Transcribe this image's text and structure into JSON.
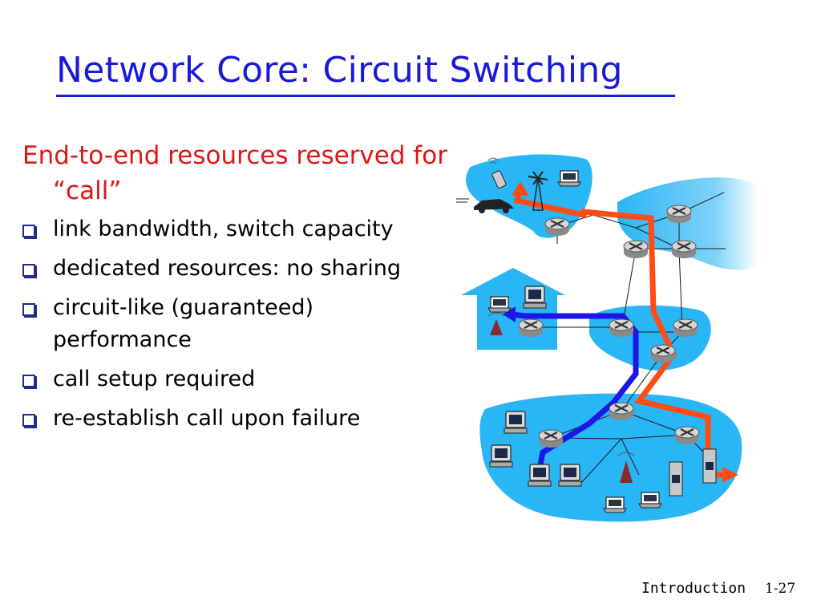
{
  "slide": {
    "title": "Network Core: Circuit Switching",
    "lead": "End-to-end resources reserved for “call”",
    "bullets": [
      "link bandwidth,  switch capacity",
      "dedicated resources: no sharing",
      "circuit-like (guaranteed) performance",
      "call setup required",
      "re-establish call upon failure"
    ],
    "footer_label": "Introduction",
    "page_number": "1-27"
  },
  "diagram": {
    "icons": [
      "router-icon",
      "cell-phone-icon",
      "laptop-icon",
      "car-icon",
      "cell-tower-icon",
      "desktop-computer-icon",
      "server-icon",
      "antenna-icon"
    ],
    "colors": {
      "cloud": "#29b6f6",
      "cloud_light": "#c9ecfb",
      "path_red": "#ff4b14",
      "path_blue": "#1b17e6",
      "router": "#b7b7b7"
    }
  }
}
